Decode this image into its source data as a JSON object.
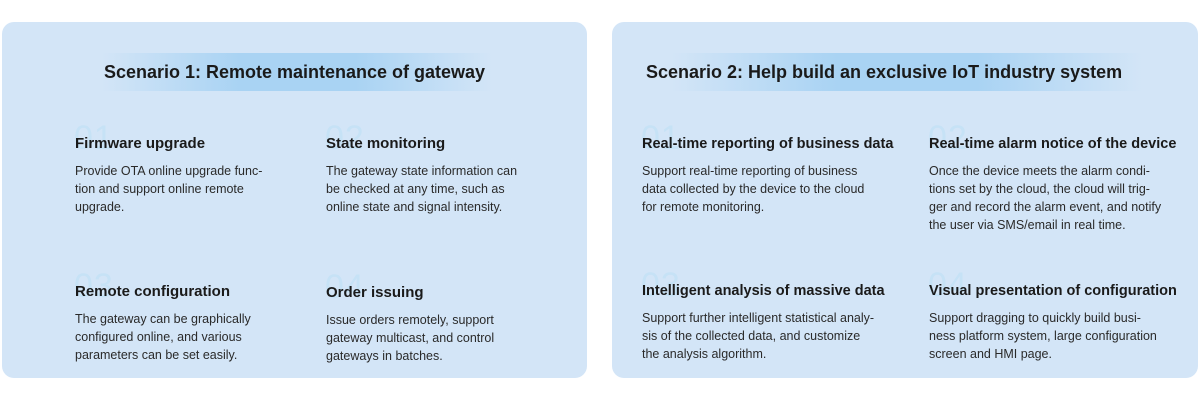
{
  "scenario1": {
    "title": "Scenario 1: Remote maintenance of gateway",
    "items": [
      {
        "num": "01",
        "title": "Firmware upgrade",
        "desc_lines": [
          "Provide OTA online upgrade func-",
          "tion and support online remote",
          "upgrade."
        ]
      },
      {
        "num": "02",
        "title": "State monitoring",
        "desc_lines": [
          "The gateway state information can",
          "be checked at any time, such as",
          "online state and signal intensity."
        ]
      },
      {
        "num": "03",
        "title": "Remote configuration",
        "desc_lines": [
          "The gateway can be graphically",
          "configured online, and various",
          "parameters can be set easily."
        ]
      },
      {
        "num": "04",
        "title": "Order issuing",
        "desc_lines": [
          "Issue orders remotely, support",
          "gateway multicast, and control",
          "gateways in batches."
        ]
      }
    ]
  },
  "scenario2": {
    "title": "Scenario 2: Help build an exclusive IoT industry system",
    "items": [
      {
        "num": "01",
        "title": "Real-time reporting of business data",
        "desc_lines": [
          "Support real-time reporting of business",
          "data collected by the device to the cloud",
          "for remote monitoring."
        ]
      },
      {
        "num": "02",
        "title": "Real-time alarm notice of the device",
        "desc_lines": [
          "Once the device meets the alarm condi-",
          "tions set by the cloud, the cloud will trig-",
          "ger and record the alarm event, and notify",
          "the user via SMS/email in real time."
        ]
      },
      {
        "num": "03",
        "title": "Intelligent analysis of massive data",
        "desc_lines": [
          "Support further intelligent statistical analy-",
          "sis of the collected data, and customize",
          "the analysis algorithm."
        ]
      },
      {
        "num": "04",
        "title": "Visual presentation of configuration",
        "desc_lines": [
          "Support dragging to quickly build busi-",
          "ness platform system, large configuration",
          "screen and HMI page."
        ]
      }
    ]
  }
}
